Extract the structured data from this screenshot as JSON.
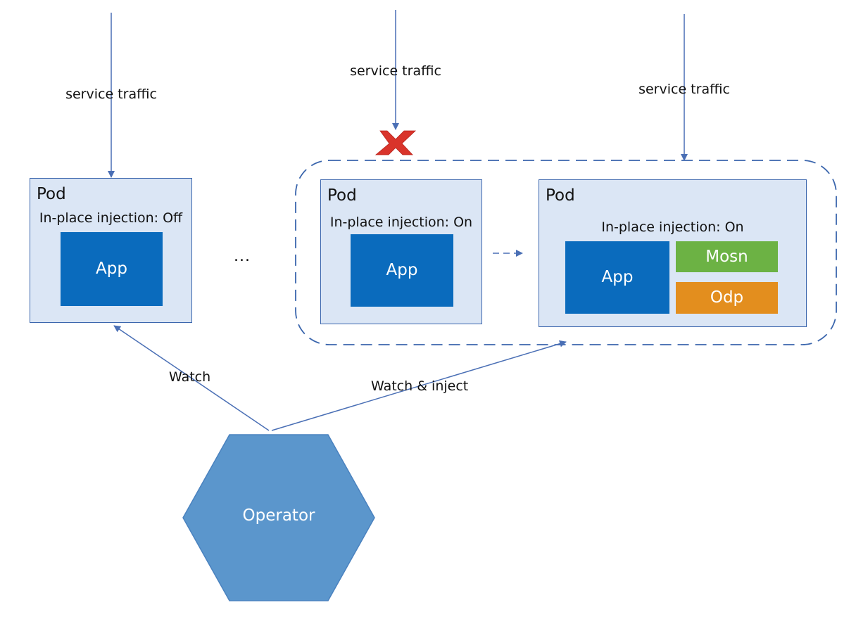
{
  "traffic_label": "service traffic",
  "ellipsis": "...",
  "pods": {
    "left": {
      "title": "Pod",
      "injection": "In-place injection: Off",
      "app": "App"
    },
    "middle": {
      "title": "Pod",
      "injection": "In-place injection: On",
      "app": "App"
    },
    "right": {
      "title": "Pod",
      "injection": "In-place injection: On",
      "app": "App",
      "mosn": "Mosn",
      "odp": "Odp"
    }
  },
  "operator": {
    "label": "Operator"
  },
  "edges": {
    "watch": "Watch",
    "watch_inject": "Watch & inject"
  },
  "colors": {
    "pod_fill": "#dbe6f5",
    "pod_border": "#3b66ad",
    "app": "#0a6bbd",
    "mosn": "#6cb244",
    "odp": "#e38e1e",
    "operator": "#5b96cc",
    "blocked_mark": "#d9342b"
  }
}
